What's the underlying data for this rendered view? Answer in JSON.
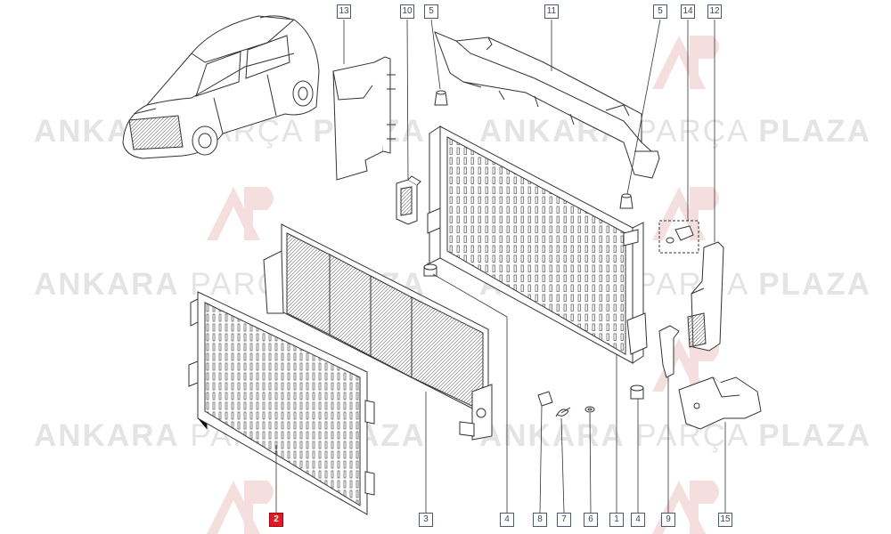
{
  "watermark": {
    "part1": "ANKARA",
    "part2": "PARÇA",
    "part3": "PLAZA",
    "logo_letters": "AP",
    "color": "#e4e4e4",
    "logo_color": "#f3d6d6"
  },
  "callouts": {
    "c13": "13",
    "c10": "10",
    "c5a": "5",
    "c11": "11",
    "c5b": "5",
    "c14": "14",
    "c12": "12",
    "c2": "2",
    "c3": "3",
    "c4a": "4",
    "c8": "8",
    "c7": "7",
    "c6": "6",
    "c1": "1",
    "c4b": "4",
    "c9": "9",
    "c15": "15"
  },
  "highlight_color": "#e11b22"
}
